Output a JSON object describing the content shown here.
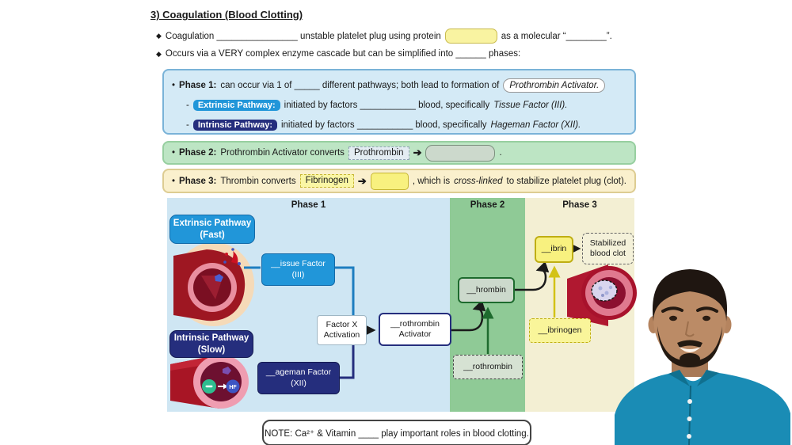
{
  "title": "3) Coagulation (Blood Clotting)",
  "glyphs": {
    "diamond": "◆",
    "dot": "•",
    "dash": "-",
    "arrow": "➔",
    "minus": "−"
  },
  "bullets": {
    "b1_pre": "Coagulation ________________ unstable platelet plug using protein",
    "b1_post": "as a molecular “________”.",
    "b2": "Occurs via a VERY complex enzyme cascade but can be simplified into ______ phases:"
  },
  "phase1": {
    "label": "Phase 1:",
    "line1": "can occur via 1 of _____ different pathways; both lead to formation of",
    "line1_box": "Prothrombin Activator.",
    "extrinsic_label": "Extrinsic Pathway:",
    "extrinsic_text": "initiated by factors ___________ blood, specifically",
    "extrinsic_italic": "Tissue Factor (III).",
    "intrinsic_label": "Intrinsic Pathway:",
    "intrinsic_text": "initiated by factors ___________ blood, specifically",
    "intrinsic_italic": "Hageman Factor (XII)."
  },
  "phase2": {
    "label": "Phase 2:",
    "text": "Prothrombin Activator converts",
    "box1": "Prothrombin",
    "period": "."
  },
  "phase3": {
    "label": "Phase 3:",
    "text": "Thrombin converts",
    "box1": "Fibrinogen",
    "post_pre": ", which is",
    "post_italic": "cross-linked",
    "post_rest": "to stabilize platelet plug (clot)."
  },
  "diagram": {
    "col1": "Phase 1",
    "col2": "Phase 2",
    "col3": "Phase 3",
    "extrinsic_title": "Extrinsic Pathway",
    "extrinsic_sub": "(Fast)",
    "tissue_l1": "__issue Factor",
    "tissue_l2": "(III)",
    "intrinsic_title": "Intrinsic Pathway",
    "intrinsic_sub": "(Slow)",
    "hageman_l1": "__ageman Factor",
    "hageman_l2": "(XII)",
    "factorx_l1": "Factor X",
    "factorx_l2": "Activation",
    "pa_l1": "__rothrombin",
    "pa_l2": "Activator",
    "thrombin": "__hrombin",
    "prothrombin": "__rothrombin",
    "fibrin": "__ibrin",
    "fibrinogen": "__ibrinogen",
    "stabilized_l1": "Stabilized",
    "stabilized_l2": "blood clot",
    "hf_label": "HF"
  },
  "note": "NOTE: Ca²⁺ & Vitamin ____ play important roles in blood clotting.",
  "colors": {
    "phase1_panel_bg": "#d4eaf6",
    "phase1_panel_border": "#7ab3d8",
    "phase2_panel_bg": "#bde5c4",
    "phase3_panel_bg": "#faf0cd",
    "extrinsic_blue": "#2196d9",
    "intrinsic_navy": "#252e7d",
    "band_phase1": "#cfe6f3",
    "band_phase2": "#8fca96",
    "band_phase3": "#f3efd3",
    "yellow_blank": "#f8f17f",
    "green_blank": "#ccd9cc",
    "thrombin_border": "#1e6b2e",
    "fibrin_border": "#bfae14",
    "shirt_teal": "#1a8cb5",
    "vessel_red": "#a51527"
  }
}
